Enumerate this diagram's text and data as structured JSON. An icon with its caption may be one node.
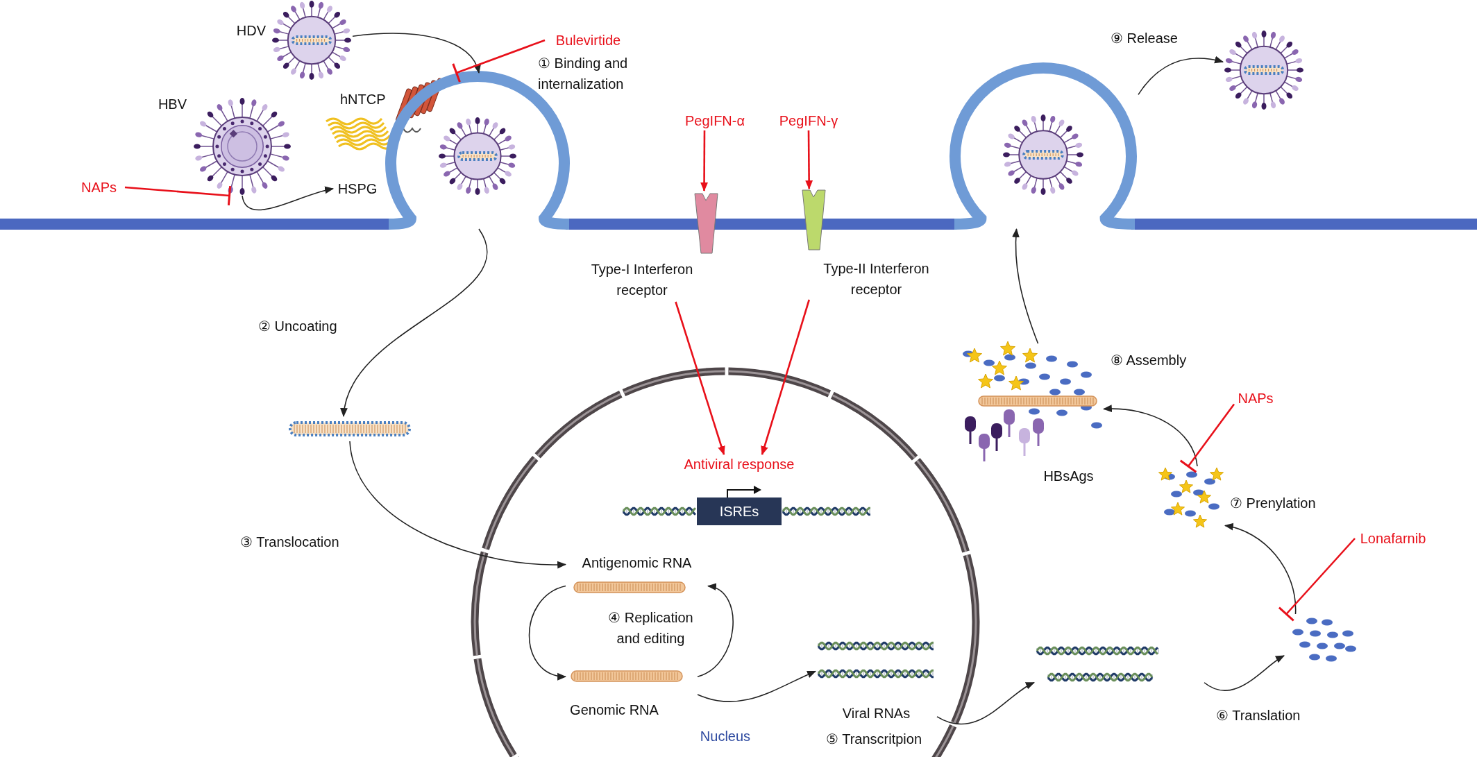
{
  "diagram": {
    "nodes": [
      {
        "text": [],
        "shape": "picture",
        "beside": [
          "HDV"
        ]
      },
      {
        "text": [],
        "shape": "picture",
        "beside": [
          "HBV"
        ]
      },
      {
        "text": [
          "HSPG"
        ]
      },
      {
        "text": [],
        "shape": "picture"
      },
      {
        "text": [],
        "shape": "picture"
      },
      {
        "text": [
          "Nucleus"
        ]
      },
      {
        "text": [
          "ISREs"
        ],
        "in": 5
      },
      {
        "text": [
          "Antiviral response"
        ],
        "in": 5
      },
      {
        "text": [
          "Antigenomic RNA"
        ],
        "in": 5
      },
      {
        "text": [
          "Genomic RNA"
        ],
        "in": 5
      },
      {
        "text": [
          "Viral RNAs"
        ],
        "in": 5
      },
      {
        "text": [],
        "shape": "picture"
      },
      {
        "text": [],
        "shape": "picture"
      },
      {
        "text": [],
        "shape": "picture"
      },
      {
        "text": [
          "HBsAgs"
        ]
      },
      {
        "text": [],
        "shape": "picture"
      },
      {
        "text": [],
        "shape": "picture"
      },
      {
        "text": [
          "PegIFN-α"
        ]
      },
      {
        "text": [
          "PegIFN-γ"
        ]
      },
      {
        "text": [
          "Type-I Interferon receptor"
        ]
      },
      {
        "text": [
          "Type-II Interferon receptor"
        ]
      },
      {
        "text": [
          "NAPs"
        ]
      },
      {
        "text": [
          "Bulevirtide"
        ]
      },
      {
        "text": [
          "NAPs"
        ]
      },
      {
        "text": [
          "Lonafarnib"
        ]
      }
    ],
    "edges": [
      {
        "from": 0,
        "to": 3,
        "arrow": "to"
      },
      {
        "from": 1,
        "to": 2,
        "arrow": "to"
      },
      {
        "from": 3,
        "to": 4,
        "arrow": "to"
      },
      {
        "from": 4,
        "to": 8,
        "arrow": "to"
      },
      {
        "from": 8,
        "to": 9,
        "arrow": "to"
      },
      {
        "from": 9,
        "to": 8,
        "arrow": "to"
      },
      {
        "from": 9,
        "to": 10,
        "arrow": "to"
      },
      {
        "from": 10,
        "to": 11,
        "arrow": "to"
      },
      {
        "from": 11,
        "to": 12,
        "arrow": "to"
      },
      {
        "from": 12,
        "to": 13,
        "arrow": "to"
      },
      {
        "from": 13,
        "to": 14,
        "arrow": "to"
      },
      {
        "from": 14,
        "to": 15,
        "arrow": "to"
      },
      {
        "from": 15,
        "to": 16,
        "arrow": "to"
      },
      {
        "from": 17,
        "to": 19,
        "arrow": "to",
        "color": "#e8101a"
      },
      {
        "from": 18,
        "to": 20,
        "arrow": "to",
        "color": "#e8101a"
      },
      {
        "from": 19,
        "to": 7,
        "arrow": "to",
        "color": "#e8101a"
      },
      {
        "from": 20,
        "to": 7,
        "arrow": "to",
        "color": "#e8101a"
      },
      {
        "from": 21,
        "to": 1,
        "arrow": "other",
        "color": "#e8101a"
      },
      {
        "from": 22,
        "to": 3,
        "arrow": "other",
        "color": "#e8101a"
      },
      {
        "from": 23,
        "to": 13,
        "arrow": "other",
        "color": "#e8101a"
      },
      {
        "from": 24,
        "to": 12,
        "arrow": "other",
        "color": "#e8101a"
      }
    ],
    "labels": [
      "hNTCP",
      "① Binding and internalization",
      "② Uncoating",
      "③ Translocation",
      "④ Replication and editing",
      "⑤ Transcritpion",
      "⑥ Translation",
      "⑦ Prenylation",
      "⑧ Assembly",
      "⑨ Release"
    ]
  }
}
